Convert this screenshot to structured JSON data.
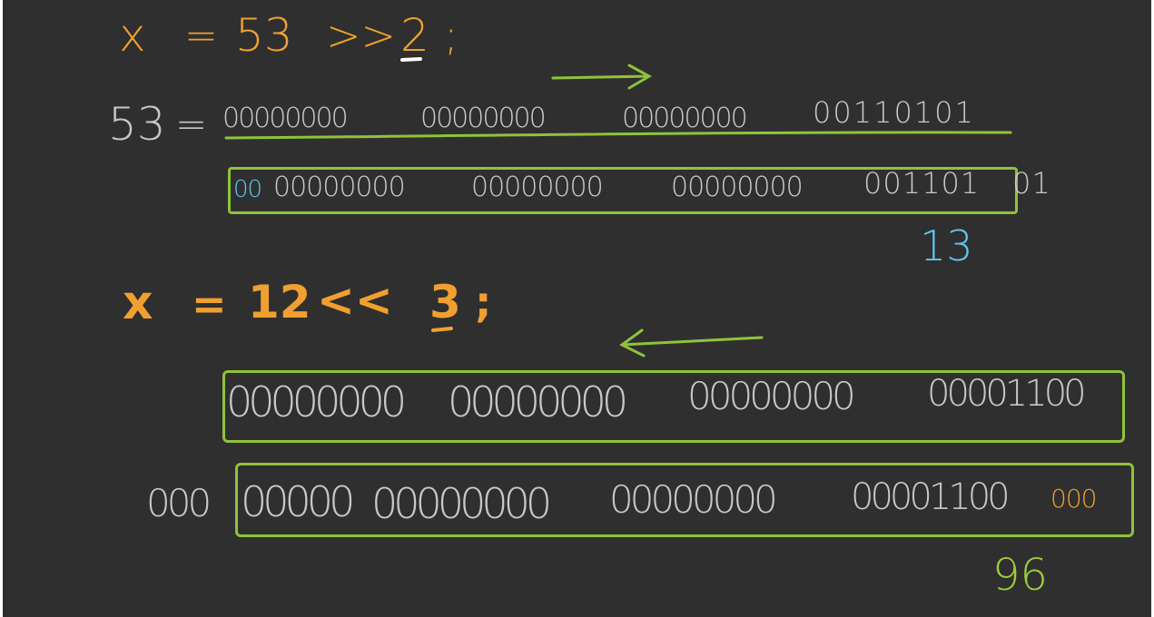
{
  "expr1": {
    "var": "x",
    "eq": "=",
    "operand": "53",
    "op": ">>",
    "shift": "2",
    "semi": ";"
  },
  "row1": {
    "label": "53",
    "eq": "=",
    "b1": "00000000",
    "b2": "00000000",
    "b3": "00000000",
    "b4": "00110101"
  },
  "row2": {
    "prefix": "00",
    "b1": "00000000",
    "b2": "00000000",
    "b3": "00000000",
    "b4a": "001101",
    "b4b": "01"
  },
  "result1": "13",
  "expr2": {
    "var": "x",
    "eq": "=",
    "operand": "12",
    "op": "<<",
    "shift": "3",
    "semi": ";"
  },
  "row3": {
    "b1": "00000000",
    "b2": "00000000",
    "b3": "00000000",
    "b4": "00001100"
  },
  "row4": {
    "overflow": "000",
    "b1": "00000",
    "b2": "00000000",
    "b3": "00000000",
    "b4": "00001100",
    "suffix": "000"
  },
  "result2": "96",
  "colors": {
    "background": "#2f2f2f",
    "expression": "#f0a030",
    "binary": "#c8c8c8",
    "added_zeros_right": "#5ec8f0",
    "frame": "#8fc33a",
    "result_96": "#9ccd3c"
  }
}
